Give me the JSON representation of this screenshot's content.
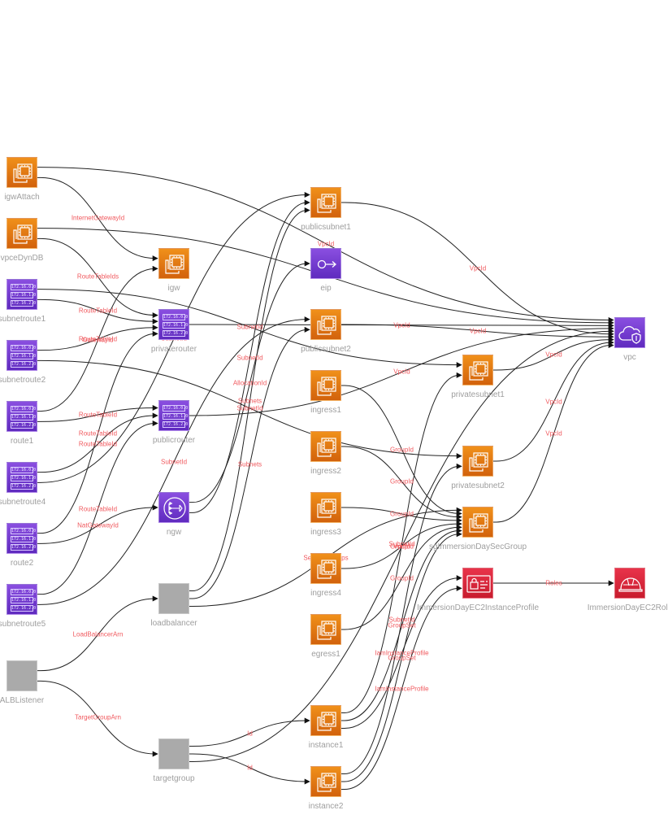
{
  "diagram": {
    "colors": {
      "compute": "#e8780e",
      "network": "#7a3fd6",
      "security": "#dd2a3d",
      "generic": "#aaaaaa",
      "edge": "#222222",
      "edge_label": "#f0595e",
      "node_label": "#9e9e9e"
    },
    "nodes": [
      {
        "id": "igwAttach",
        "label": "igwAttach",
        "kind": "compute",
        "icon": "ec2-instance-icon"
      },
      {
        "id": "vpceDynDB",
        "label": "vpceDynDB",
        "kind": "compute",
        "icon": "ec2-instance-icon"
      },
      {
        "id": "subnetroute1",
        "label": "subnetroute1",
        "kind": "network",
        "icon": "route-table-icon"
      },
      {
        "id": "subnetroute2",
        "label": "subnetroute2",
        "kind": "network",
        "icon": "route-table-icon"
      },
      {
        "id": "route1",
        "label": "route1",
        "kind": "network",
        "icon": "route-table-icon"
      },
      {
        "id": "subnetroute4",
        "label": "subnetroute4",
        "kind": "network",
        "icon": "route-table-icon"
      },
      {
        "id": "route2",
        "label": "route2",
        "kind": "network",
        "icon": "route-table-icon"
      },
      {
        "id": "subnetroute5",
        "label": "subnetroute5",
        "kind": "network",
        "icon": "route-table-icon"
      },
      {
        "id": "ALBListener",
        "label": "ALBListener",
        "kind": "generic",
        "icon": "generic-resource-icon"
      },
      {
        "id": "igw",
        "label": "igw",
        "kind": "compute",
        "icon": "ec2-instance-icon"
      },
      {
        "id": "privaterouter",
        "label": "privaterouter",
        "kind": "network",
        "icon": "route-table-icon"
      },
      {
        "id": "publicrouter",
        "label": "publicrouter",
        "kind": "network",
        "icon": "route-table-icon"
      },
      {
        "id": "ngw",
        "label": "ngw",
        "kind": "network",
        "icon": "nat-gateway-icon"
      },
      {
        "id": "loadbalancer",
        "label": "loadbalancer",
        "kind": "generic",
        "icon": "generic-resource-icon"
      },
      {
        "id": "targetgroup",
        "label": "targetgroup",
        "kind": "generic",
        "icon": "generic-resource-icon"
      },
      {
        "id": "publicsubnet1",
        "label": "publicsubnet1",
        "kind": "compute",
        "icon": "ec2-instance-icon"
      },
      {
        "id": "eip",
        "label": "eip",
        "kind": "network",
        "icon": "elastic-ip-icon"
      },
      {
        "id": "publicsubnet2",
        "label": "publicsubnet2",
        "kind": "compute",
        "icon": "ec2-instance-icon"
      },
      {
        "id": "ingress1",
        "label": "ingress1",
        "kind": "compute",
        "icon": "ec2-instance-icon"
      },
      {
        "id": "ingress2",
        "label": "ingress2",
        "kind": "compute",
        "icon": "ec2-instance-icon"
      },
      {
        "id": "ingress3",
        "label": "ingress3",
        "kind": "compute",
        "icon": "ec2-instance-icon"
      },
      {
        "id": "ingress4",
        "label": "ingress4",
        "kind": "compute",
        "icon": "ec2-instance-icon"
      },
      {
        "id": "egress1",
        "label": "egress1",
        "kind": "compute",
        "icon": "ec2-instance-icon"
      },
      {
        "id": "instance1",
        "label": "instance1",
        "kind": "compute",
        "icon": "ec2-instance-icon"
      },
      {
        "id": "instance2",
        "label": "instance2",
        "kind": "compute",
        "icon": "ec2-instance-icon"
      },
      {
        "id": "privatesubnet1",
        "label": "privatesubnet1",
        "kind": "compute",
        "icon": "ec2-instance-icon"
      },
      {
        "id": "privatesubnet2",
        "label": "privatesubnet2",
        "kind": "compute",
        "icon": "ec2-instance-icon"
      },
      {
        "id": "sgImmersionDaySecGroup",
        "label": "sgImmersionDaySecGroup",
        "kind": "compute",
        "icon": "ec2-instance-icon"
      },
      {
        "id": "ImmersionDayEC2InstanceProfile",
        "label": "ImmersionDayEC2InstanceProfile",
        "kind": "security",
        "icon": "instance-profile-icon"
      },
      {
        "id": "vpc",
        "label": "vpc",
        "kind": "network",
        "icon": "vpc-cloud-shield-icon"
      },
      {
        "id": "ImmersionDayEC2Role",
        "label": "ImmersionDayEC2Role",
        "kind": "security",
        "icon": "iam-role-helmet-icon"
      }
    ],
    "route_table_rows": [
      "172.16.0.0",
      "172.16.1.0",
      "172.16.2.0"
    ],
    "edges": [
      {
        "from": "igwAttach",
        "to": "vpc",
        "label": "VpcId"
      },
      {
        "from": "igwAttach",
        "to": "igw",
        "label": "InternetGatewayId"
      },
      {
        "from": "vpceDynDB",
        "to": "vpc",
        "label": "VpcId"
      },
      {
        "from": "vpceDynDB",
        "to": "privaterouter",
        "label": "RouteTableIds"
      },
      {
        "from": "subnetroute1",
        "to": "privatesubnet1",
        "label": "SubnetId"
      },
      {
        "from": "subnetroute1",
        "to": "privaterouter",
        "label": "RouteTableId"
      },
      {
        "from": "subnetroute2",
        "to": "privaterouter",
        "label": "RouteTableId"
      },
      {
        "from": "subnetroute2",
        "to": "privatesubnet2",
        "label": "SubnetId"
      },
      {
        "from": "route1",
        "to": "igw",
        "label": "GatewayId"
      },
      {
        "from": "route1",
        "to": "publicrouter",
        "label": "RouteTableId"
      },
      {
        "from": "subnetroute4",
        "to": "publicrouter",
        "label": "RouteTableId"
      },
      {
        "from": "subnetroute4",
        "to": "publicsubnet1",
        "label": "SubnetId"
      },
      {
        "from": "route2",
        "to": "privaterouter",
        "label": "RouteTableId"
      },
      {
        "from": "route2",
        "to": "ngw",
        "label": "NatGatewayId"
      },
      {
        "from": "subnetroute5",
        "to": "publicrouter",
        "label": "RouteTableId"
      },
      {
        "from": "subnetroute5",
        "to": "publicsubnet2",
        "label": "SubnetId"
      },
      {
        "from": "ALBListener",
        "to": "loadbalancer",
        "label": "LoadBalancerArn"
      },
      {
        "from": "ALBListener",
        "to": "targetgroup",
        "label": "TargetGroupArn"
      },
      {
        "from": "privaterouter",
        "to": "vpc",
        "label": "VpcId"
      },
      {
        "from": "publicrouter",
        "to": "vpc",
        "label": "VpcId"
      },
      {
        "from": "ngw",
        "to": "eip",
        "label": "AllocationId"
      },
      {
        "from": "ngw",
        "to": "publicsubnet1",
        "label": "SubnetId"
      },
      {
        "from": "loadbalancer",
        "to": "publicsubnet1",
        "label": "Subnets"
      },
      {
        "from": "loadbalancer",
        "to": "publicsubnet2",
        "label": "Subnets"
      },
      {
        "from": "loadbalancer",
        "to": "sgImmersionDaySecGroup",
        "label": "SecurityGroups"
      },
      {
        "from": "targetgroup",
        "to": "instance1",
        "label": "Id"
      },
      {
        "from": "targetgroup",
        "to": "instance2",
        "label": "Id"
      },
      {
        "from": "targetgroup",
        "to": "vpc",
        "label": "VpcId"
      },
      {
        "from": "publicsubnet1",
        "to": "vpc",
        "label": "VpcId"
      },
      {
        "from": "publicsubnet2",
        "to": "vpc",
        "label": "VpcId"
      },
      {
        "from": "ingress1",
        "to": "sgImmersionDaySecGroup",
        "label": "GroupId"
      },
      {
        "from": "ingress2",
        "to": "sgImmersionDaySecGroup",
        "label": "GroupId"
      },
      {
        "from": "ingress3",
        "to": "sgImmersionDaySecGroup",
        "label": "GroupId"
      },
      {
        "from": "ingress4",
        "to": "sgImmersionDaySecGroup",
        "label": "GroupId"
      },
      {
        "from": "egress1",
        "to": "sgImmersionDaySecGroup",
        "label": "GroupId"
      },
      {
        "from": "instance1",
        "to": "privatesubnet1",
        "label": "SubnetId"
      },
      {
        "from": "instance1",
        "to": "sgImmersionDaySecGroup",
        "label": "GroupSet"
      },
      {
        "from": "instance1",
        "to": "ImmersionDayEC2InstanceProfile",
        "label": "IamInstanceProfile"
      },
      {
        "from": "instance2",
        "to": "privatesubnet2",
        "label": "SubnetId"
      },
      {
        "from": "instance2",
        "to": "sgImmersionDaySecGroup",
        "label": "GroupSet"
      },
      {
        "from": "instance2",
        "to": "ImmersionDayEC2InstanceProfile",
        "label": "IamInstanceProfile"
      },
      {
        "from": "privatesubnet1",
        "to": "vpc",
        "label": "VpcId"
      },
      {
        "from": "privatesubnet2",
        "to": "vpc",
        "label": "VpcId"
      },
      {
        "from": "sgImmersionDaySecGroup",
        "to": "vpc",
        "label": "VpcId"
      },
      {
        "from": "ImmersionDayEC2InstanceProfile",
        "to": "ImmersionDayEC2Role",
        "label": "Roles"
      }
    ]
  }
}
